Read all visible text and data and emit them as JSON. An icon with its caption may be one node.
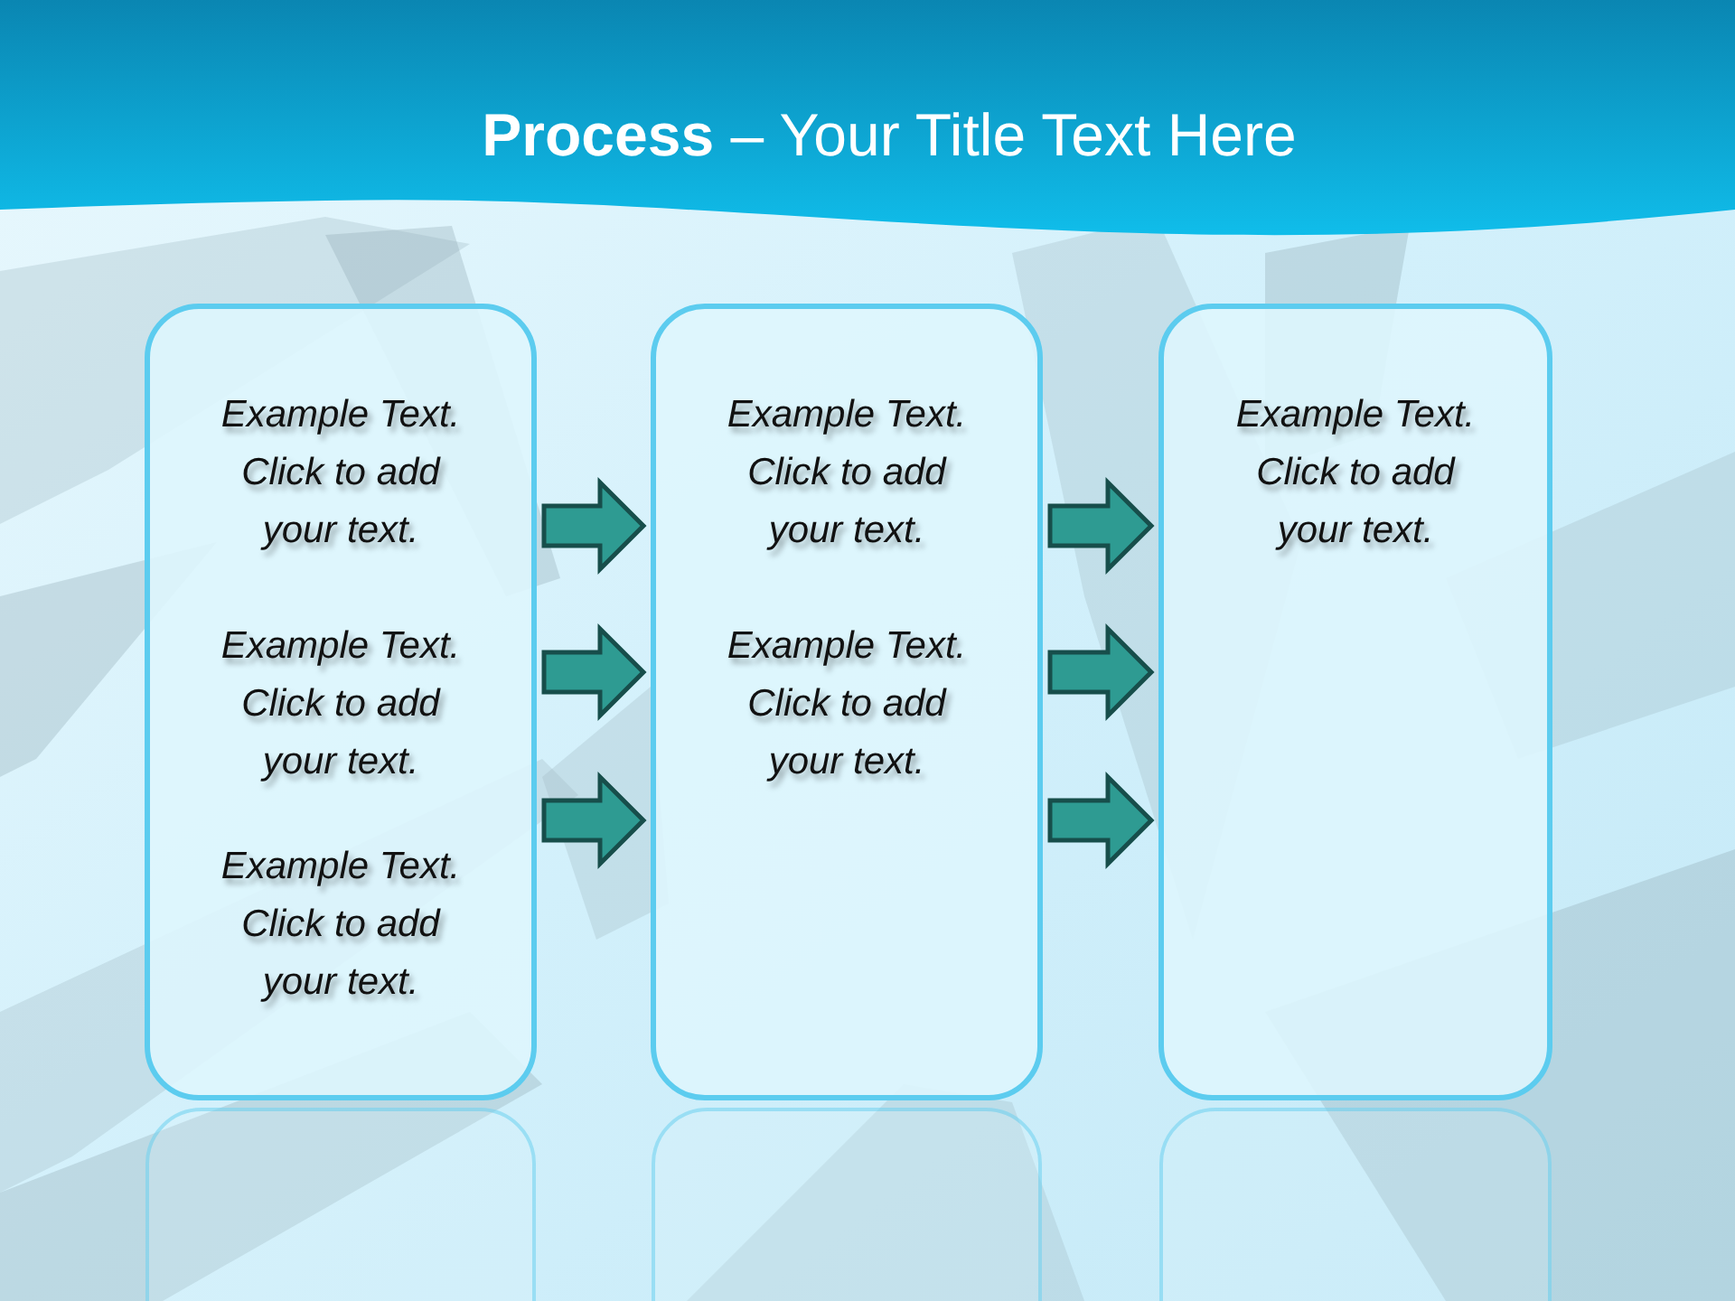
{
  "diagram": {
    "title": "**Process** – Your Title Text Here",
    "nodes": [
      {
        "text": [
          "Example Text. Click to add your text.",
          "Example Text. Click to add your text.",
          "Example Text. Click to add your text."
        ]
      },
      {
        "text": [
          "Example Text. Click to add your text.",
          "Example Text. Click to add your text."
        ]
      },
      {
        "text": [
          "Example Text. Click to add your text."
        ]
      }
    ],
    "edges": [
      {
        "from": 0,
        "to": 1,
        "arrow": "to"
      },
      {
        "from": 0,
        "to": 1,
        "arrow": "to"
      },
      {
        "from": 0,
        "to": 1,
        "arrow": "to"
      },
      {
        "from": 1,
        "to": 2,
        "arrow": "to"
      },
      {
        "from": 1,
        "to": 2,
        "arrow": "to"
      },
      {
        "from": 1,
        "to": 2,
        "arrow": "to"
      }
    ]
  }
}
